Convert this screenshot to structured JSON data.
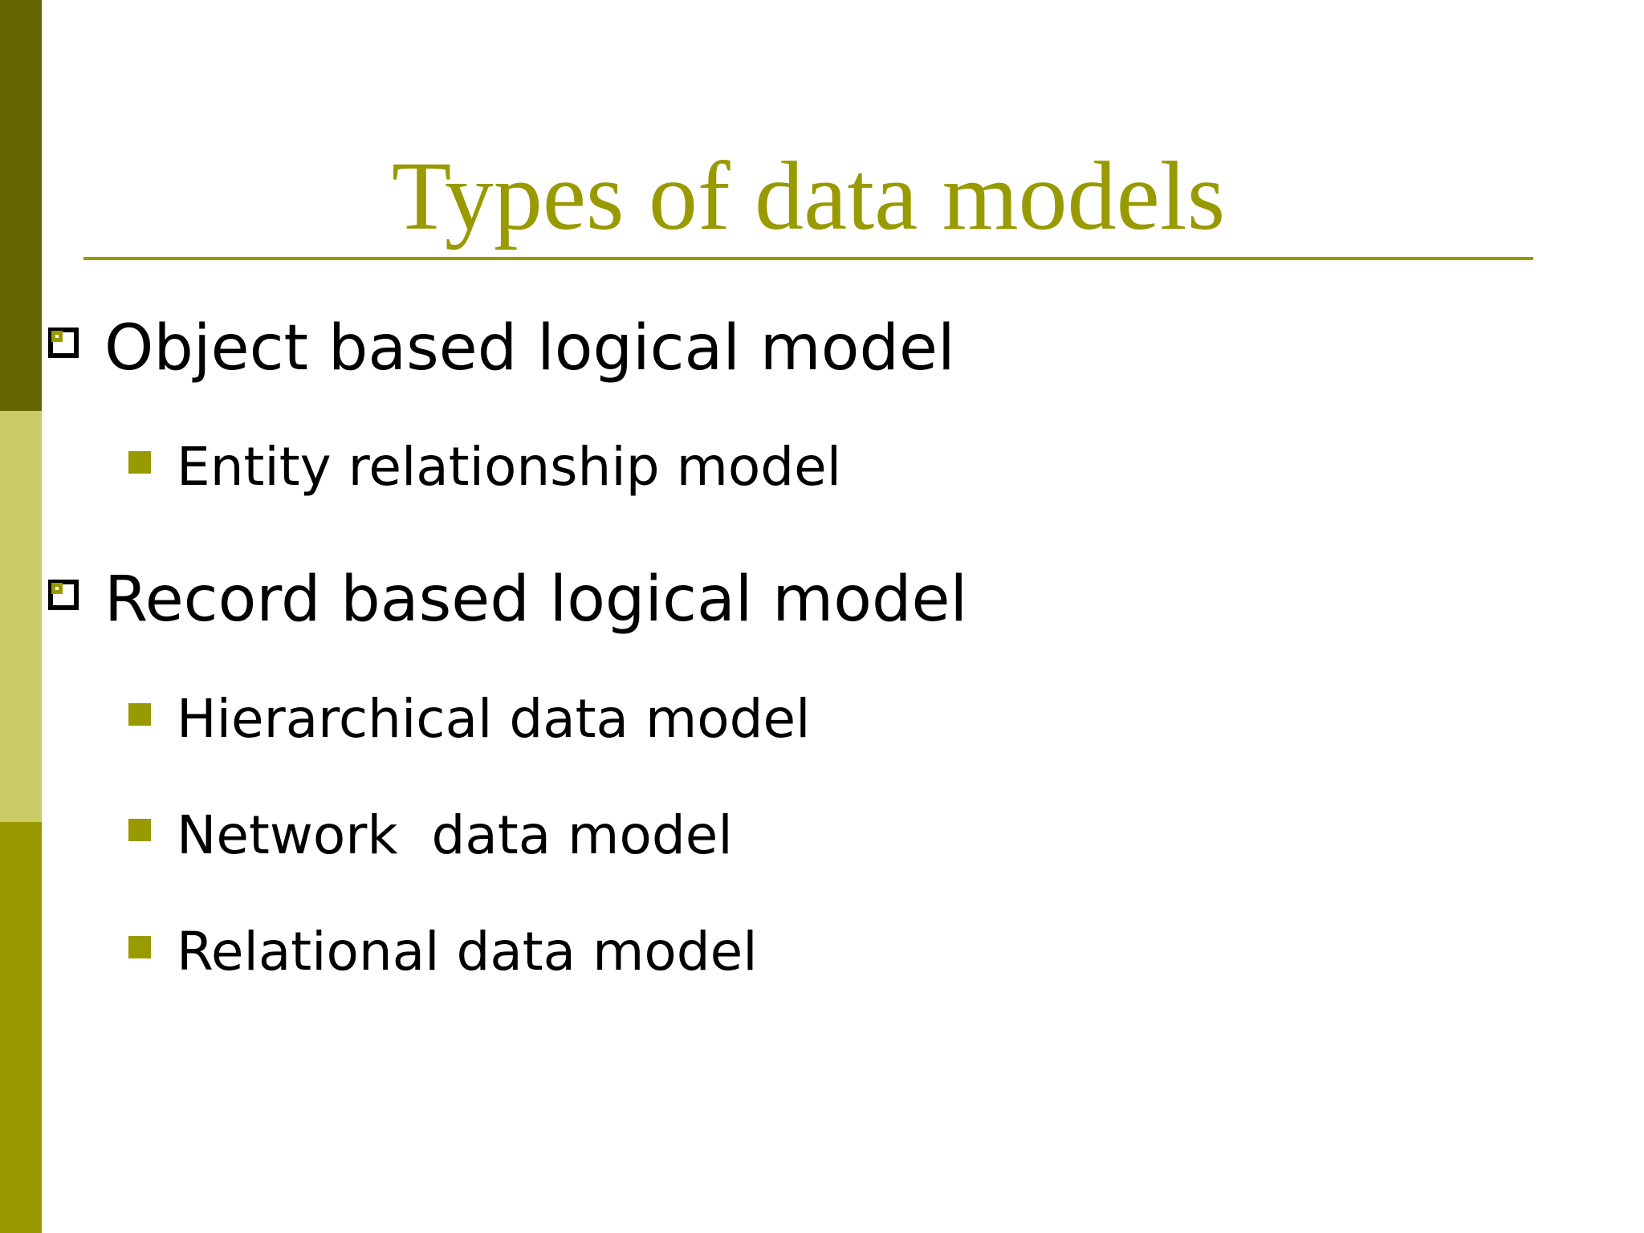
{
  "slide": {
    "title": "Types of data models",
    "items": [
      {
        "text": "Object based logical model",
        "children": [
          "Entity relationship model"
        ]
      },
      {
        "text": "Record based logical model",
        "children": [
          "Hierarchical data model",
          "Network  data model",
          "Relational data model"
        ]
      }
    ]
  },
  "colors": {
    "band_top": "#666600",
    "band_middle": "#CCCC66",
    "band_bottom": "#999900",
    "title": "#999900",
    "rule": "#999900",
    "bullet_level1_outline": "#000000",
    "bullet_level1_fill": "#FFFFFF",
    "bullet_level2": "#999900",
    "text": "#000000"
  },
  "icons": {
    "level1_bullet": "hollow-square-bullet-icon",
    "level2_bullet": "filled-square-bullet-icon"
  }
}
